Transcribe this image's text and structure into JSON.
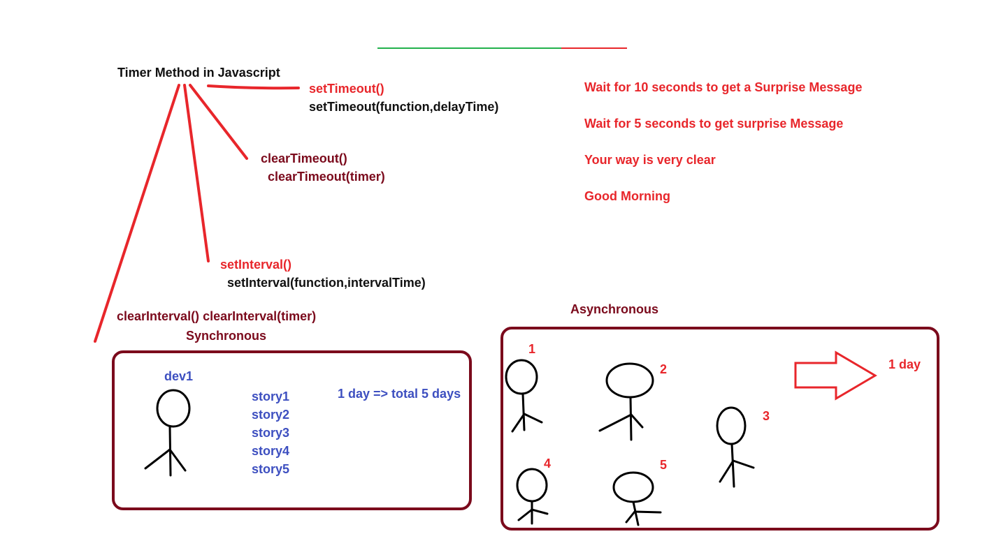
{
  "title": "Timer Method in Javascript",
  "methods": {
    "set_timeout": {
      "name": "setTimeout()",
      "signature": "setTimeout(function,delayTime)"
    },
    "clear_timeout": {
      "name": "clearTimeout()",
      "signature": "clearTimeout(timer)"
    },
    "set_interval": {
      "name": "setInterval()",
      "signature": "setInterval(function,intervalTime)"
    },
    "clear_interval": {
      "name": "clearInterval()",
      "signature": "clearInterval(timer)"
    }
  },
  "messages": [
    "Wait for 10 seconds to get a Surprise Message",
    "Wait for 5 seconds to get surprise Message",
    "Your way is very clear",
    "Good Morning"
  ],
  "synchronous": {
    "label": "Synchronous",
    "developer": "dev1",
    "stories": [
      "story1",
      "story2",
      "story3",
      "story4",
      "story5"
    ],
    "note": "1 day => total 5 days"
  },
  "asynchronous": {
    "label": "Asynchronous",
    "numbers": [
      "1",
      "2",
      "3",
      "4",
      "5"
    ],
    "note": "1 day"
  },
  "colors": {
    "red": "#e8262b",
    "maroon": "#7b0a1c",
    "blue": "#3d4fc0",
    "black": "#111111",
    "green": "#22b14c"
  }
}
